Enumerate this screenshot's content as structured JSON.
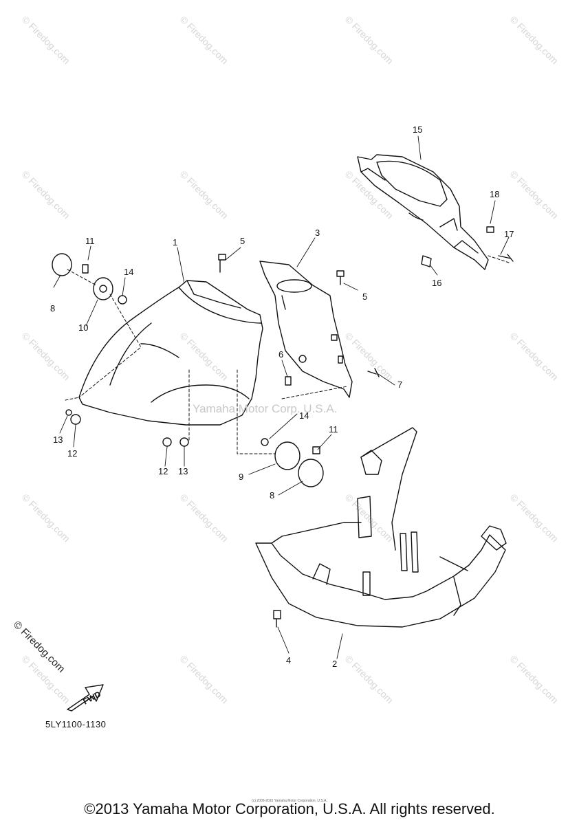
{
  "watermark": {
    "text": "© Firedog.com",
    "middle_text": "Yamaha Motor Corp. U.S.A."
  },
  "callouts": [
    {
      "id": "c15",
      "label": "15"
    },
    {
      "id": "c18",
      "label": "18"
    },
    {
      "id": "c17",
      "label": "17"
    },
    {
      "id": "c16",
      "label": "16"
    },
    {
      "id": "c11a",
      "label": "11"
    },
    {
      "id": "c1",
      "label": "1"
    },
    {
      "id": "c5a",
      "label": "5"
    },
    {
      "id": "c3",
      "label": "3"
    },
    {
      "id": "c5b",
      "label": "5"
    },
    {
      "id": "c14a",
      "label": "14"
    },
    {
      "id": "c8a",
      "label": "8"
    },
    {
      "id": "c10",
      "label": "10"
    },
    {
      "id": "c6",
      "label": "6"
    },
    {
      "id": "c7",
      "label": "7"
    },
    {
      "id": "c13a",
      "label": "13"
    },
    {
      "id": "c12a",
      "label": "12"
    },
    {
      "id": "c14b",
      "label": "14"
    },
    {
      "id": "c11b",
      "label": "11"
    },
    {
      "id": "c9",
      "label": "9"
    },
    {
      "id": "c12b",
      "label": "12"
    },
    {
      "id": "c13b",
      "label": "13"
    },
    {
      "id": "c8b",
      "label": "8"
    },
    {
      "id": "c4",
      "label": "4"
    },
    {
      "id": "c2",
      "label": "2"
    }
  ],
  "fwd_label": "FWD",
  "corner_watermark": "© Firedog.com",
  "diagram_code": "5LY1100-1130",
  "copyright": "©2013 Yamaha Motor Corporation, U.S.A. All rights reserved.",
  "copyright_small": "(c) 2005-2015 Yamaha Motor Corporation, U.S.A."
}
